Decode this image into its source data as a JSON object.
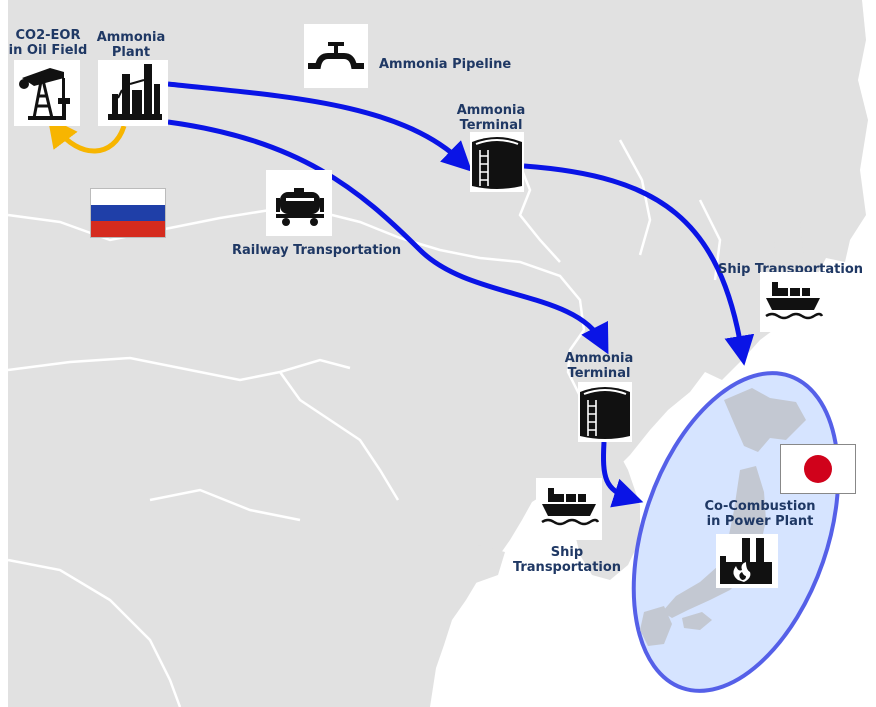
{
  "title_labels": {
    "co2_eor": "CO2-EOR\nin Oil Field",
    "ammonia_plant": "Ammonia\nPlant",
    "ammonia_pipeline": "Ammonia Pipeline",
    "ammonia_terminal_north": "Ammonia\nTerminal",
    "railway_transportation": "Railway Transportation",
    "ship_transportation_east": "Ship Transportation",
    "ammonia_terminal_south": "Ammonia\nTerminal",
    "ship_transportation_south": "Ship\nTransportation",
    "co_combustion": "Co-Combustion\nin Power Plant"
  },
  "flags": {
    "russia": "russia-flag",
    "japan": "japan-flag"
  },
  "colors": {
    "flow_arrow": "#0a14e6",
    "eor_arrow": "#f7b500",
    "japan_ellipse_fill": "#d6e4ff",
    "japan_ellipse_stroke": "#5560e8",
    "label_text": "#1f3864",
    "land": "#e1e1e1",
    "border": "#ffffff"
  },
  "icons": {
    "oil_pump": "oil-pumpjack-icon",
    "plant": "chemical-plant-icon",
    "pipeline": "pipeline-valve-icon",
    "tank_north": "storage-tank-icon",
    "train": "tank-wagon-icon",
    "ship_east": "cargo-ship-icon",
    "tank_south": "storage-tank-icon",
    "ship_south": "cargo-ship-icon",
    "power_plant": "power-plant-icon"
  }
}
